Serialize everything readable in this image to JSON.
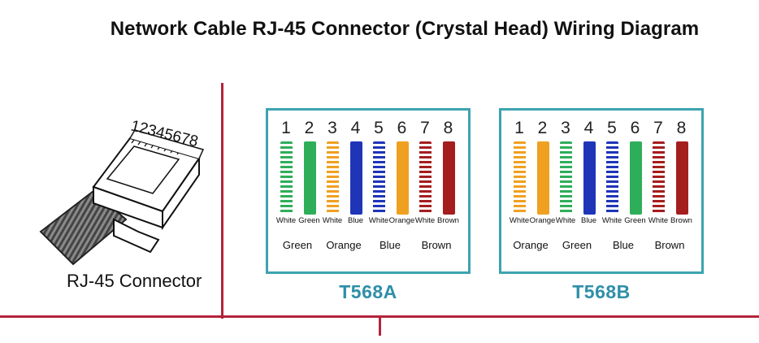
{
  "title": "Network Cable RJ-45 Connector (Crystal Head) Wiring Diagram",
  "connector": {
    "pin_label": "12345678",
    "caption": "RJ-45 Connector"
  },
  "colors": {
    "accent_red": "#b3243a",
    "box_border": "#3da3b0",
    "standard_name": "#2f8fa8",
    "green": "#2fae5a",
    "orange": "#f0a020",
    "blue": "#1f35b8",
    "brown": "#a51e1e"
  },
  "standards": [
    {
      "name": "T568A",
      "pins": [
        "1",
        "2",
        "3",
        "4",
        "5",
        "6",
        "7",
        "8"
      ],
      "wires": [
        {
          "label": "White",
          "color": "green",
          "striped": true
        },
        {
          "label": "Green",
          "color": "green",
          "striped": false
        },
        {
          "label": "White",
          "color": "orange",
          "striped": true
        },
        {
          "label": "Blue",
          "color": "blue",
          "striped": false
        },
        {
          "label": "White",
          "color": "blue",
          "striped": true
        },
        {
          "label": "Orange",
          "color": "orange",
          "striped": false
        },
        {
          "label": "White",
          "color": "brown",
          "striped": true
        },
        {
          "label": "Brown",
          "color": "brown",
          "striped": false
        }
      ],
      "pairs": [
        "Green",
        "Orange",
        "Blue",
        "Brown"
      ]
    },
    {
      "name": "T568B",
      "pins": [
        "1",
        "2",
        "3",
        "4",
        "5",
        "6",
        "7",
        "8"
      ],
      "wires": [
        {
          "label": "White",
          "color": "orange",
          "striped": true
        },
        {
          "label": "Orange",
          "color": "orange",
          "striped": false
        },
        {
          "label": "White",
          "color": "green",
          "striped": true
        },
        {
          "label": "Blue",
          "color": "blue",
          "striped": false
        },
        {
          "label": "White",
          "color": "blue",
          "striped": true
        },
        {
          "label": "Green",
          "color": "green",
          "striped": false
        },
        {
          "label": "White",
          "color": "brown",
          "striped": true
        },
        {
          "label": "Brown",
          "color": "brown",
          "striped": false
        }
      ],
      "pairs": [
        "Orange",
        "Green",
        "Blue",
        "Brown"
      ]
    }
  ]
}
